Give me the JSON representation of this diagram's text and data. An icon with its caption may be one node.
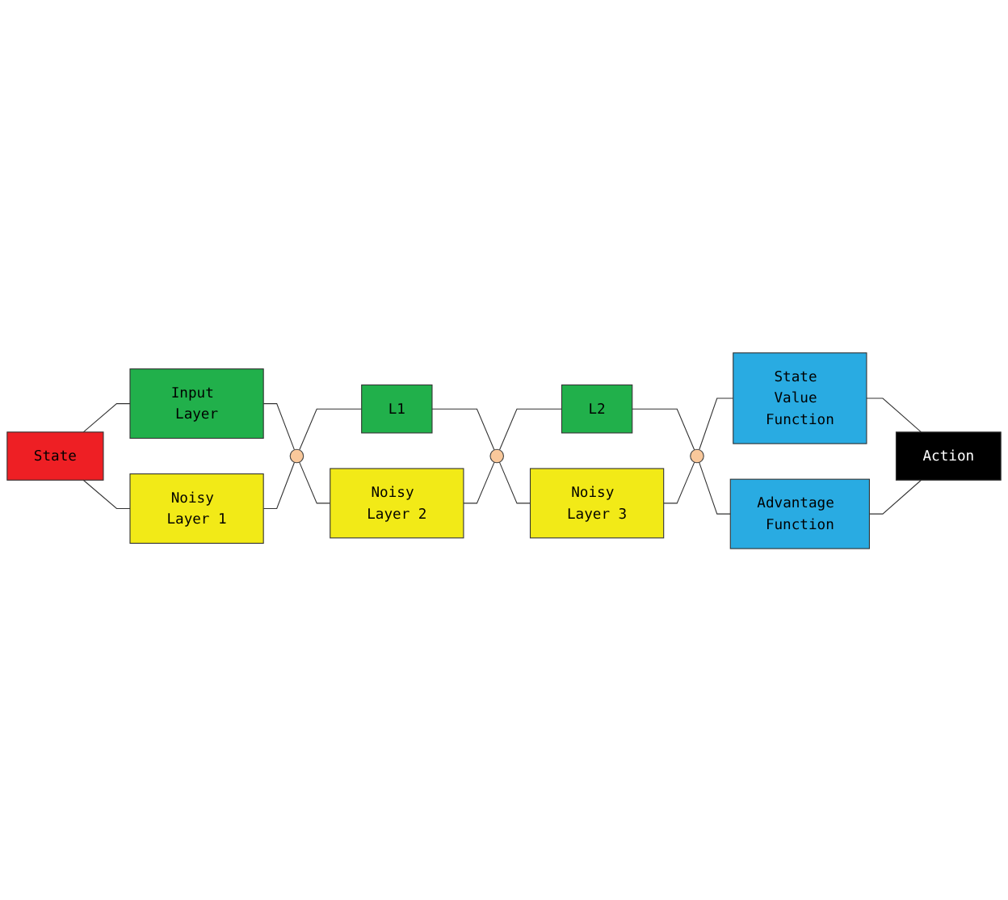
{
  "diagram": {
    "nodes": [
      {
        "text": [
          "State"
        ]
      },
      {
        "text": [
          "Input Layer"
        ]
      },
      {
        "text": [
          "Noisy Layer 1"
        ]
      },
      {
        "text": [],
        "shape": "circle"
      },
      {
        "text": [
          "L1"
        ]
      },
      {
        "text": [
          "Noisy Layer 2"
        ]
      },
      {
        "text": [],
        "shape": "circle"
      },
      {
        "text": [
          "L2"
        ]
      },
      {
        "text": [
          "Noisy Layer 3"
        ]
      },
      {
        "text": [],
        "shape": "circle"
      },
      {
        "text": [
          "State Value Function"
        ]
      },
      {
        "text": [
          "Advantage Function"
        ]
      },
      {
        "text": [
          "Action"
        ]
      }
    ],
    "edges": [
      {
        "from": 0,
        "to": 1,
        "arrow": "none"
      },
      {
        "from": 0,
        "to": 2,
        "arrow": "none"
      },
      {
        "from": 1,
        "to": 3,
        "arrow": "none"
      },
      {
        "from": 2,
        "to": 3,
        "arrow": "none"
      },
      {
        "from": 3,
        "to": 4,
        "arrow": "none"
      },
      {
        "from": 3,
        "to": 5,
        "arrow": "none"
      },
      {
        "from": 4,
        "to": 6,
        "arrow": "none"
      },
      {
        "from": 5,
        "to": 6,
        "arrow": "none"
      },
      {
        "from": 6,
        "to": 7,
        "arrow": "none"
      },
      {
        "from": 6,
        "to": 8,
        "arrow": "none"
      },
      {
        "from": 7,
        "to": 9,
        "arrow": "none"
      },
      {
        "from": 8,
        "to": 9,
        "arrow": "none"
      },
      {
        "from": 9,
        "to": 10,
        "arrow": "none"
      },
      {
        "from": 9,
        "to": 11,
        "arrow": "none"
      },
      {
        "from": 10,
        "to": 12,
        "arrow": "none"
      },
      {
        "from": 11,
        "to": 12,
        "arrow": "none"
      }
    ]
  }
}
